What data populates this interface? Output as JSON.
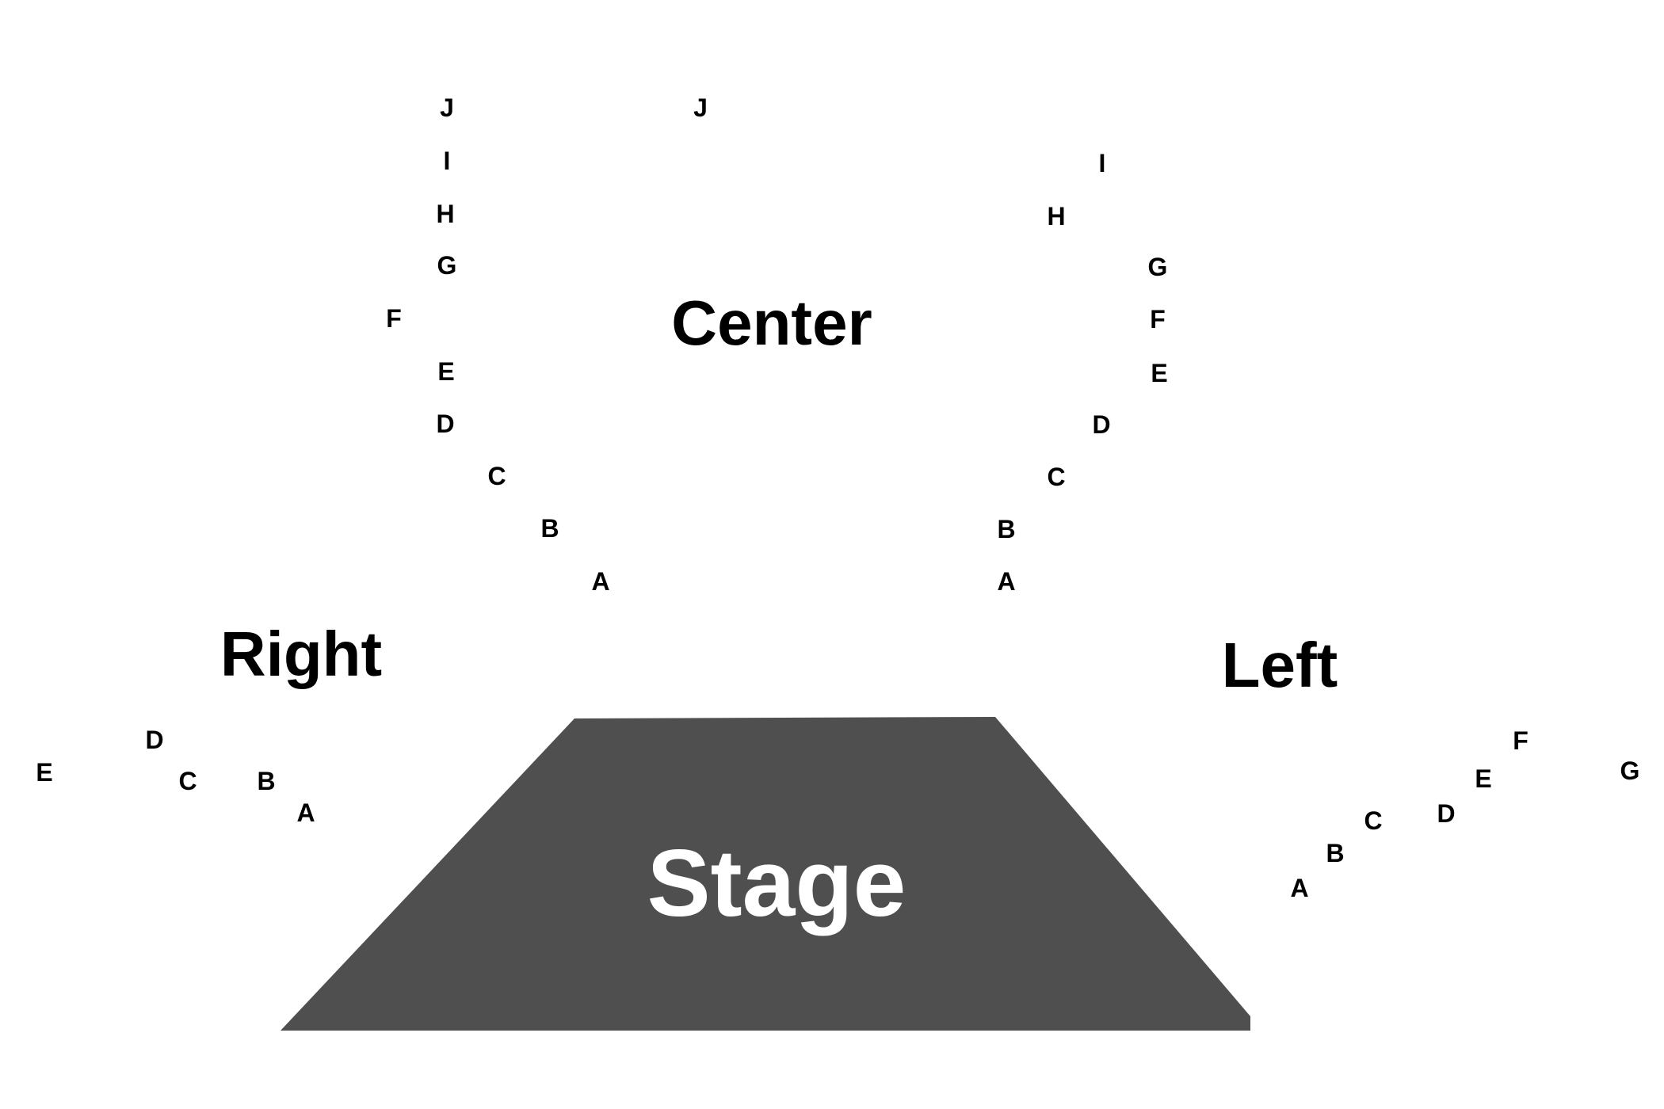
{
  "stage": {
    "label": "Stage",
    "fill": "#4f4f4f"
  },
  "sections": {
    "center": {
      "title": "Center",
      "left_rows": [
        "J",
        "I",
        "H",
        "G",
        "F",
        "E",
        "D",
        "C",
        "B",
        "A"
      ],
      "right_rows": [
        "J",
        "I",
        "H",
        "G",
        "F",
        "E",
        "D",
        "C",
        "B",
        "A"
      ]
    },
    "right": {
      "title": "Right",
      "rows": [
        "E",
        "D",
        "C",
        "B",
        "A"
      ]
    },
    "left": {
      "title": "Left",
      "rows": [
        "A",
        "B",
        "C",
        "D",
        "E",
        "F",
        "G"
      ]
    }
  },
  "colors": {
    "background": "#ffffff",
    "text": "#000000",
    "stage_text": "#ffffff"
  }
}
